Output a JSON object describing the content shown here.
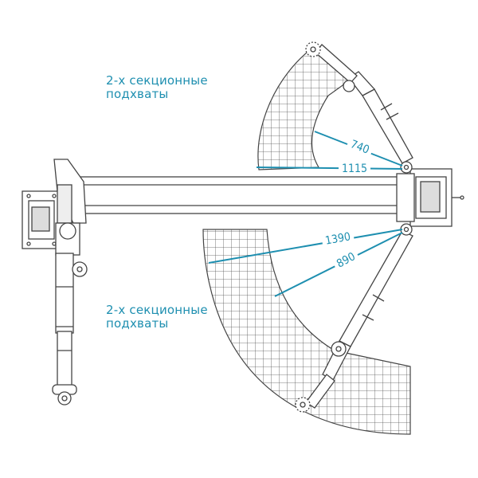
{
  "captions": {
    "top": {
      "line1": "2-х секционные",
      "line2": "подхваты"
    },
    "bottom": {
      "line1": "2-х секционные",
      "line2": "подхваты"
    }
  },
  "dimensions": {
    "upper_short": "740",
    "upper_long": "1115",
    "lower_long": "1390",
    "lower_short": "890"
  },
  "colors": {
    "accent": "#1e8fb0",
    "line": "#444444"
  }
}
